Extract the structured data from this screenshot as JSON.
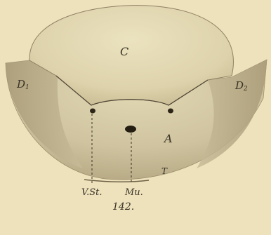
{
  "figure": {
    "number": "142.",
    "labels": {
      "C": "C",
      "D1_base": "D",
      "D1_sub": "1",
      "D2_base": "D",
      "D2_sub": "2",
      "A": "A",
      "T": "T",
      "v_st": "V.St.",
      "mu": "Mu."
    }
  },
  "colors": {
    "background": "#eee2bc",
    "cap": "#e3d9b4",
    "body": "#d2c6a2",
    "lobe": "#b9ac89",
    "ink": "#3a3326"
  }
}
